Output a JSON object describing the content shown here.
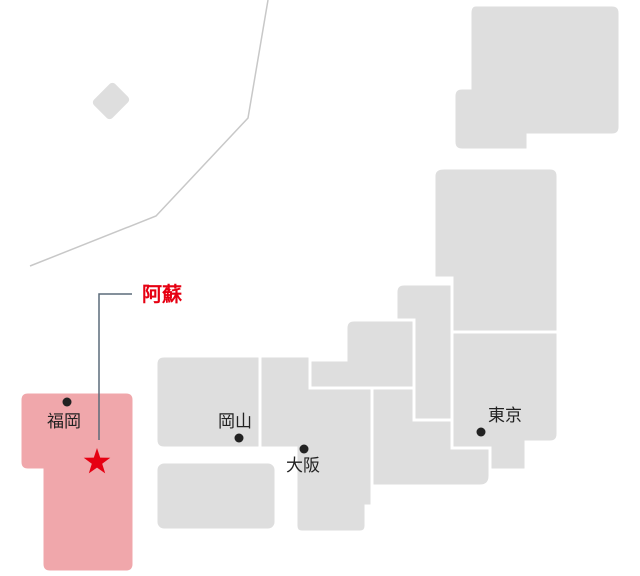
{
  "map": {
    "colors": {
      "land": "#dedede",
      "highlight_region": "#f0a7ab",
      "highlight_text": "#e60012",
      "star": "#e60012",
      "leader_line": "#5b6b7a",
      "boundary": "#c8c8c8",
      "city_dot": "#222222"
    },
    "highlight": {
      "label": "阿蘇",
      "marker_icon": "star-icon"
    },
    "cities": [
      {
        "id": "fukuoka",
        "label": "福岡"
      },
      {
        "id": "okayama",
        "label": "岡山"
      },
      {
        "id": "osaka",
        "label": "大阪"
      },
      {
        "id": "tokyo",
        "label": "東京"
      }
    ]
  }
}
